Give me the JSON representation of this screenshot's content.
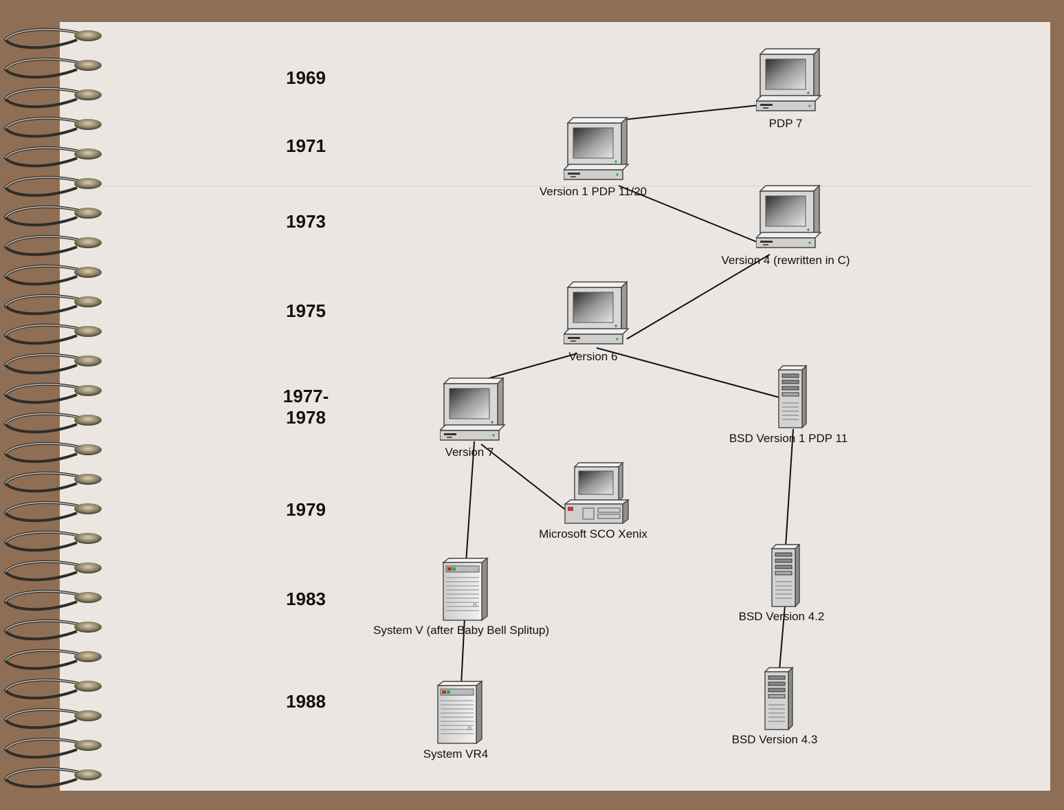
{
  "years": [
    {
      "id": "1969",
      "label": "1969"
    },
    {
      "id": "1971",
      "label": "1971"
    },
    {
      "id": "1973",
      "label": "1973"
    },
    {
      "id": "1975",
      "label": "1975"
    },
    {
      "id": "1977",
      "label": "1977-\n1978"
    },
    {
      "id": "1979",
      "label": "1979"
    },
    {
      "id": "1983",
      "label": "1983"
    },
    {
      "id": "1988",
      "label": "1988"
    }
  ],
  "nodes": [
    {
      "id": "pdp7",
      "label": "PDP 7",
      "icon": "workstation-icon"
    },
    {
      "id": "v1",
      "label": "Version 1 PDP 11/20",
      "icon": "workstation-icon"
    },
    {
      "id": "v4",
      "label": "Version 4  (rewritten in C)",
      "icon": "workstation-icon"
    },
    {
      "id": "v6",
      "label": "Version 6",
      "icon": "workstation-icon"
    },
    {
      "id": "v7",
      "label": "Version 7",
      "icon": "workstation-icon"
    },
    {
      "id": "bsd1",
      "label": "BSD Version 1 PDP 11",
      "icon": "tower-server-icon"
    },
    {
      "id": "xenix",
      "label": "Microsoft SCO Xenix",
      "icon": "desktop-pc-icon"
    },
    {
      "id": "sysv",
      "label": "System V (after Baby Bell Splitup)",
      "icon": "server-icon"
    },
    {
      "id": "bsd42",
      "label": "BSD Version 4.2",
      "icon": "tower-server-icon"
    },
    {
      "id": "vr4",
      "label": "System VR4",
      "icon": "server-icon"
    },
    {
      "id": "bsd43",
      "label": "BSD Version 4.3",
      "icon": "tower-server-icon"
    }
  ],
  "edges": [
    {
      "from": "pdp7",
      "to": "v1"
    },
    {
      "from": "v1",
      "to": "v4"
    },
    {
      "from": "v4",
      "to": "v6"
    },
    {
      "from": "v6",
      "to": "v7"
    },
    {
      "from": "v6",
      "to": "bsd1"
    },
    {
      "from": "v7",
      "to": "xenix"
    },
    {
      "from": "v7",
      "to": "sysv"
    },
    {
      "from": "sysv",
      "to": "vr4"
    },
    {
      "from": "bsd1",
      "to": "bsd42"
    },
    {
      "from": "bsd42",
      "to": "bsd43"
    }
  ],
  "colors": {
    "background": "#8e6e55",
    "paper": "#ebe6e1",
    "line": "#111111"
  }
}
